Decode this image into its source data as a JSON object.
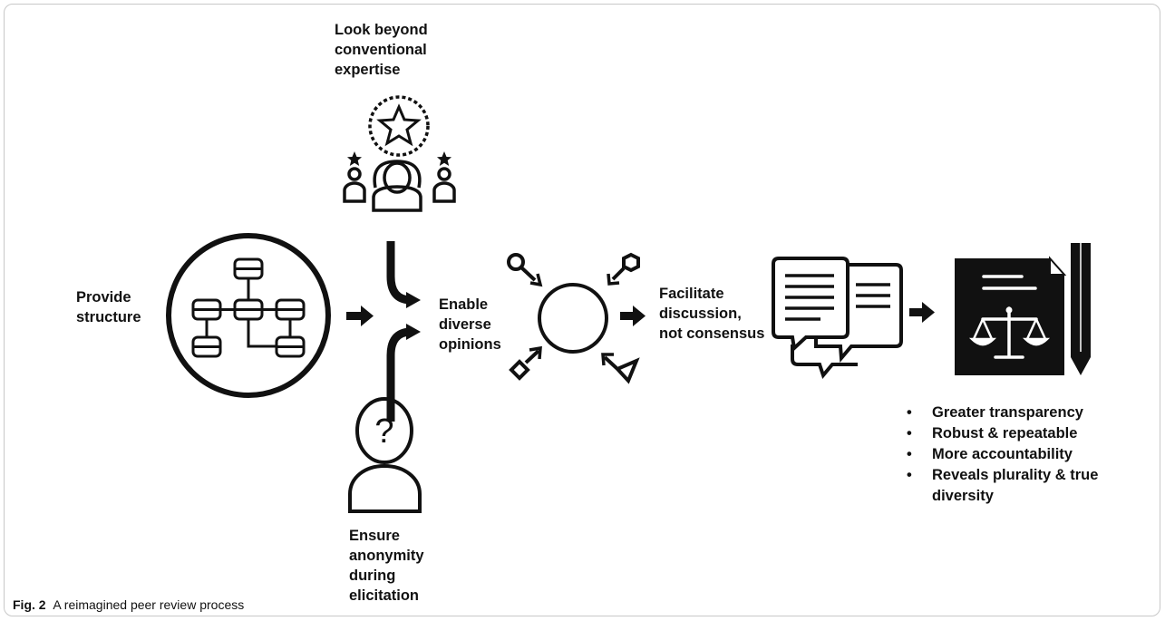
{
  "labels": {
    "look_beyond": "Look beyond conventional expertise",
    "provide_structure": "Provide structure",
    "enable_diverse": "Enable diverse opinions",
    "ensure_anonymity": "Ensure anonymity during elicitation",
    "facilitate": "Facilitate discussion, not consensus"
  },
  "label_lines": {
    "look_beyond": [
      "Look beyond",
      "conventional",
      "expertise"
    ],
    "provide_structure": [
      "Provide",
      "structure"
    ],
    "enable_diverse": [
      "Enable",
      "diverse",
      "opinions"
    ],
    "ensure_anonymity": [
      "Ensure",
      "anonymity",
      "during",
      "elicitation"
    ],
    "facilitate": [
      "Facilitate",
      "discussion,",
      "not consensus"
    ]
  },
  "outcomes": [
    "Greater transparency",
    "Robust & repeatable",
    "More accountability",
    "Reveals plurality & true diversity"
  ],
  "caption": {
    "figure": "Fig. 2",
    "text": "A reimagined peer review process"
  },
  "icons": {
    "star_experts": "expert-group-icon",
    "anonymous": "anonymous-person-icon",
    "structure": "flowchart-circle-icon",
    "aggregation": "converging-opinions-icon",
    "discussion": "chat-bubbles-icon",
    "report": "legal-document-icon"
  }
}
